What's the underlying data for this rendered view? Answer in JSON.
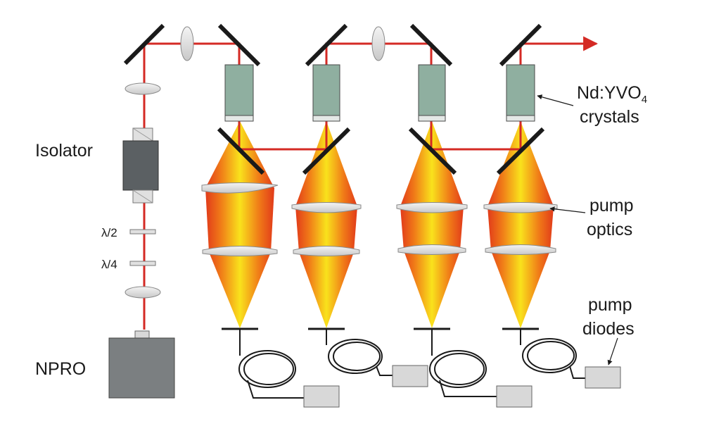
{
  "labels": {
    "isolator": "Isolator",
    "npro": "NPRO",
    "half_wave": "λ/2",
    "quarter_wave": "λ/4",
    "crystals_line1_base": "Nd:YVO",
    "crystals_line1_sub": "4",
    "crystals_line2": "crystals",
    "pump_optics_line1": "pump",
    "pump_optics_line2": "optics",
    "pump_diodes_line1": "pump",
    "pump_diodes_line2": "diodes"
  },
  "colors": {
    "beam": "#d42a24",
    "mirror": "#1a1a1a",
    "crystal": "#8fafa0",
    "isolator_body": "#5b6063",
    "npro_body": "#7b7f81",
    "diode_box": "#d8d8d8",
    "pump_cone_edge": "#e14a1a",
    "pump_cone_mid": "#f9e21c"
  },
  "stages": [
    {
      "name": "amplifier-stage-1"
    },
    {
      "name": "amplifier-stage-2"
    },
    {
      "name": "amplifier-stage-3"
    },
    {
      "name": "amplifier-stage-4"
    }
  ]
}
